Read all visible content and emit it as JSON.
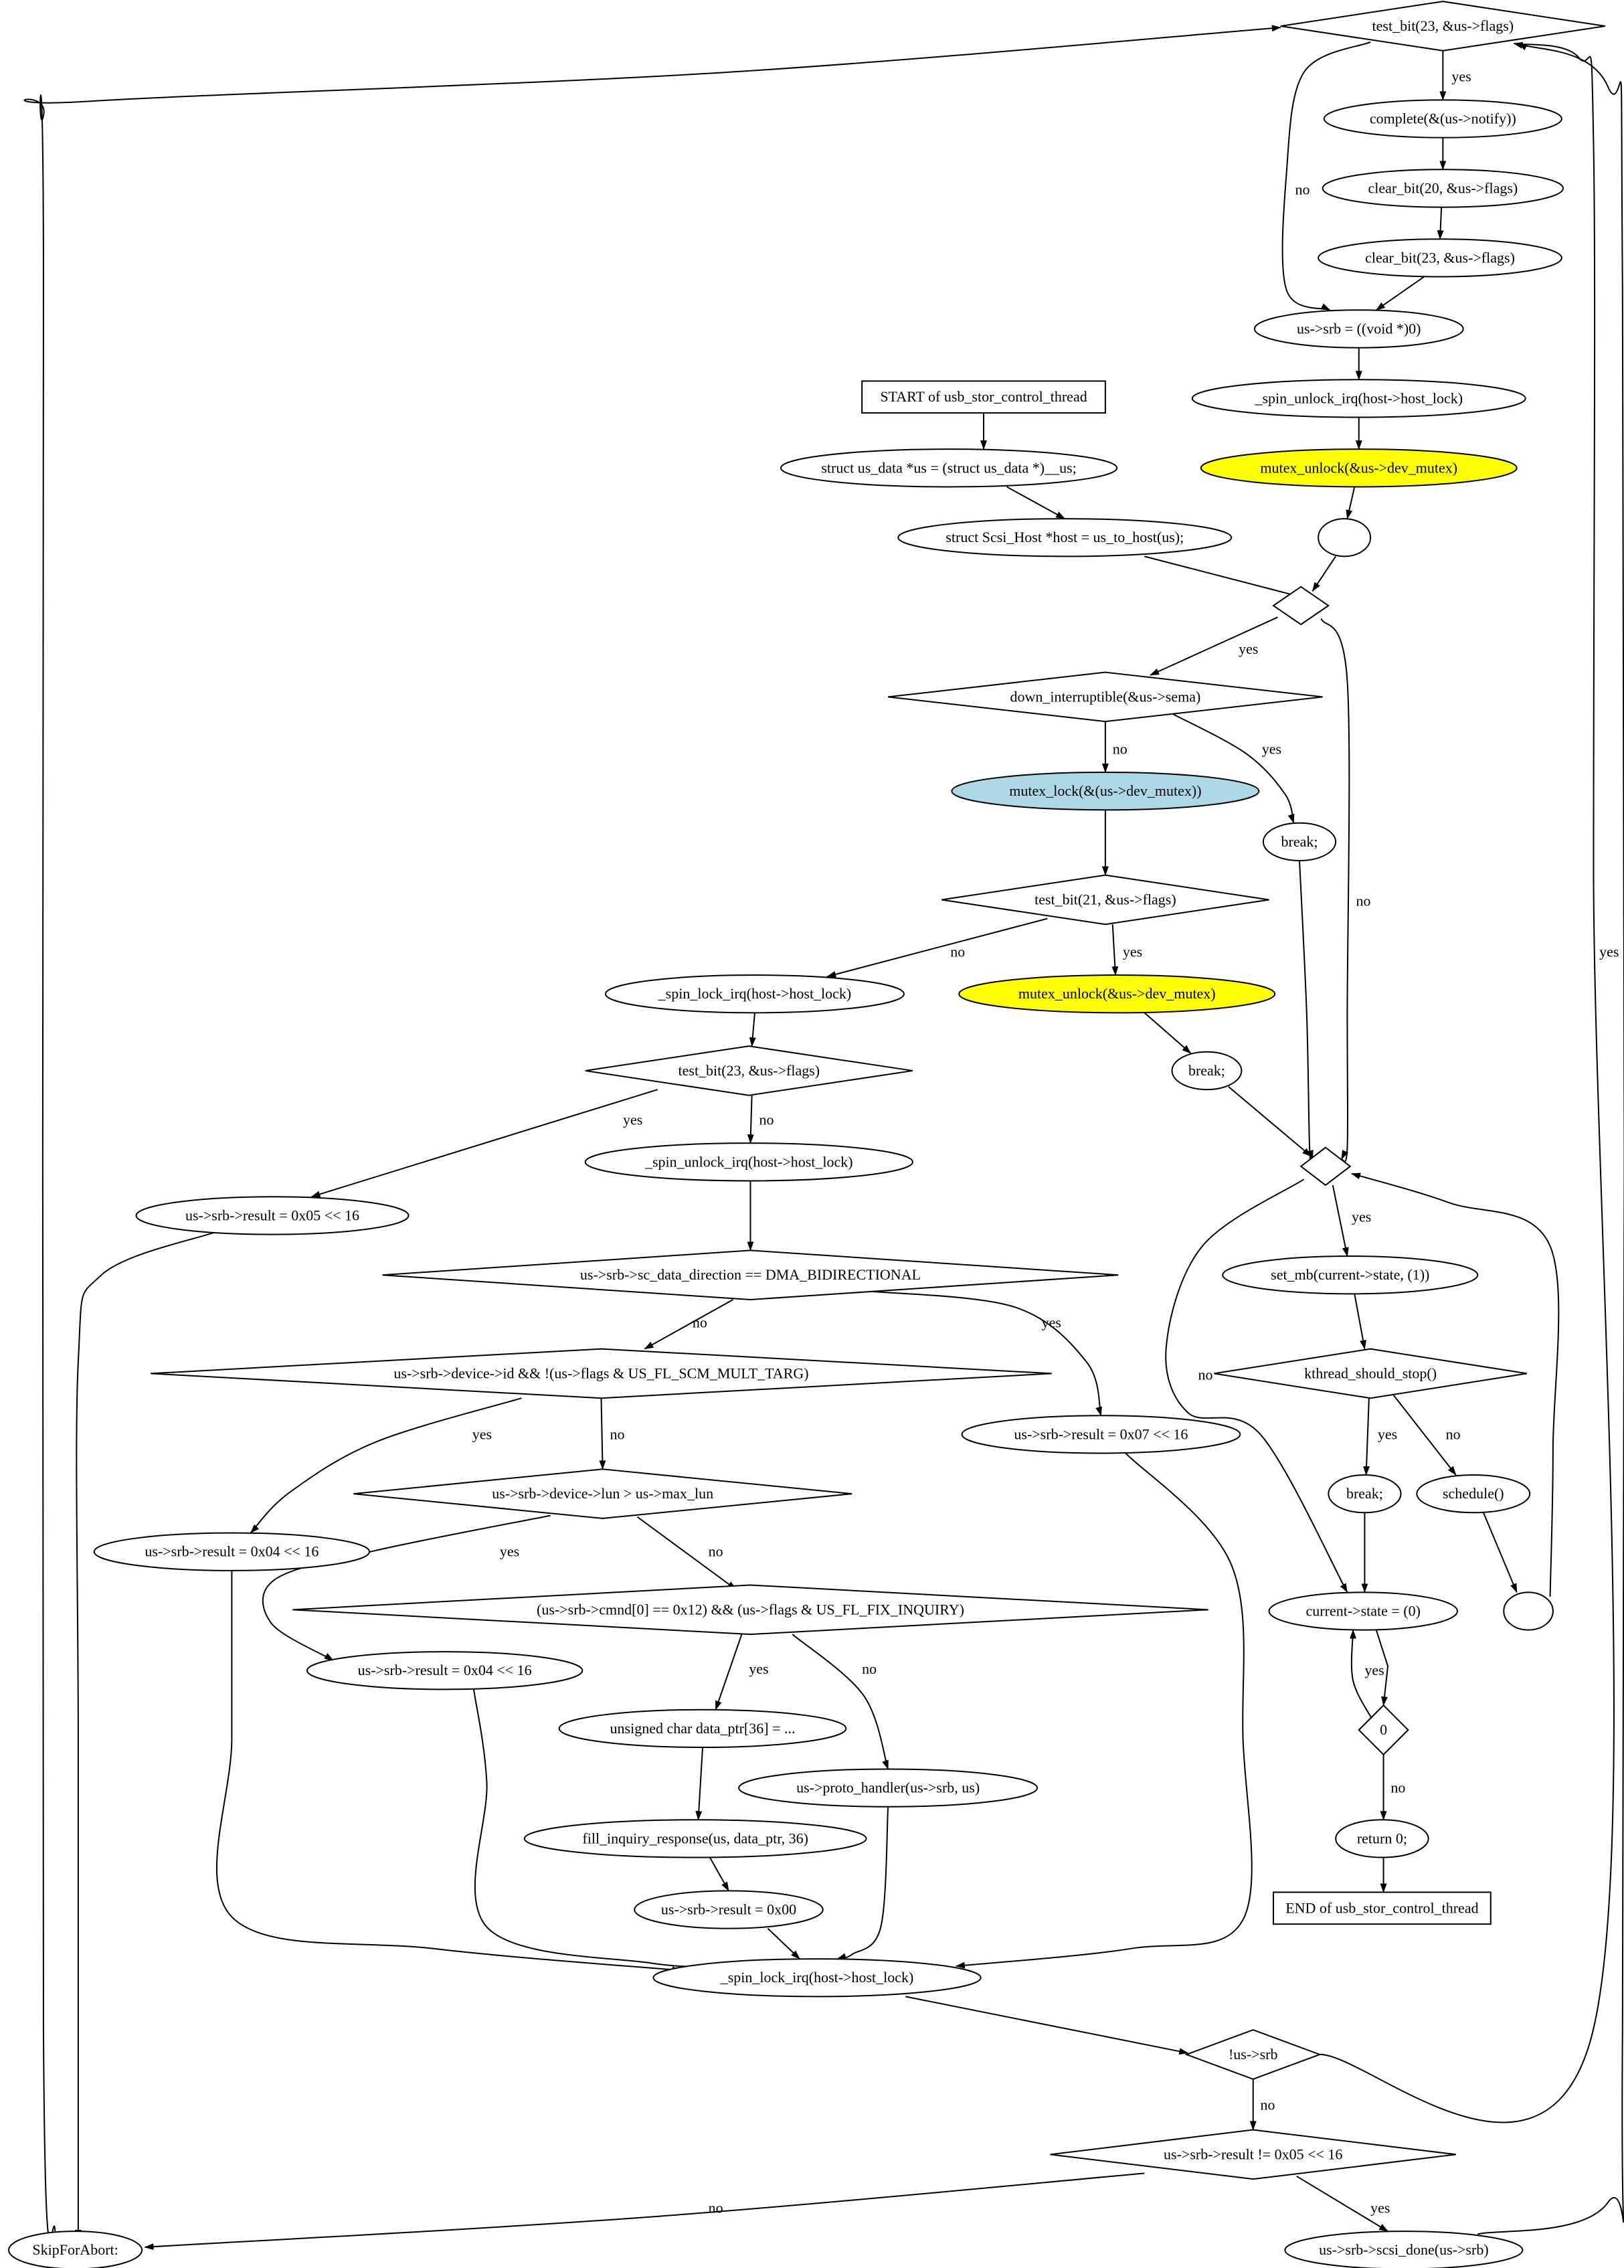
{
  "diagram": {
    "type": "flowchart",
    "colors": {
      "fill_default": "#ffffff",
      "fill_highlight": "#ffff00",
      "fill_lock": "#add8e6",
      "stroke": "#000000"
    },
    "nodes": {
      "start": {
        "label": "START of usb_stor_control_thread",
        "shape": "box"
      },
      "us_decl": {
        "label": "struct us_data *us = (struct us_data *)__us;",
        "shape": "ellipse"
      },
      "host_decl": {
        "label": "struct Scsi_Host *host = us_to_host(us);",
        "shape": "ellipse"
      },
      "loop_top": {
        "label": "",
        "shape": "diamond"
      },
      "down_int": {
        "label": "down_interruptible(&us->sema)",
        "shape": "diamond"
      },
      "mutex_lock": {
        "label": "mutex_lock(&(us->dev_mutex))",
        "shape": "ellipse",
        "fill": "#add8e6"
      },
      "break_a": {
        "label": "break;",
        "shape": "ellipse"
      },
      "test21": {
        "label": "test_bit(21, &us->flags)",
        "shape": "diamond"
      },
      "spin_lock_1": {
        "label": "_spin_lock_irq(host->host_lock)",
        "shape": "ellipse"
      },
      "unlock_21": {
        "label": "mutex_unlock(&us->dev_mutex)",
        "shape": "ellipse",
        "fill": "#ffff00"
      },
      "break_b": {
        "label": "break;",
        "shape": "ellipse"
      },
      "test23_a": {
        "label": "test_bit(23, &us->flags)",
        "shape": "diamond"
      },
      "result05_a": {
        "label": "us->srb->result = 0x05 << 16",
        "shape": "ellipse"
      },
      "spin_unlock_1": {
        "label": "_spin_unlock_irq(host->host_lock)",
        "shape": "ellipse"
      },
      "dir_bidir": {
        "label": "us->srb->sc_data_direction == DMA_BIDIRECTIONAL",
        "shape": "diamond"
      },
      "dev_id": {
        "label": "us->srb->device->id && !(us->flags & US_FL_SCM_MULT_TARG)",
        "shape": "diamond"
      },
      "result07": {
        "label": "us->srb->result = 0x07 << 16",
        "shape": "ellipse"
      },
      "result04_a": {
        "label": "us->srb->result = 0x04 << 16",
        "shape": "ellipse"
      },
      "dev_lun": {
        "label": "us->srb->device->lun > us->max_lun",
        "shape": "diamond"
      },
      "inquiry": {
        "label": "(us->srb->cmnd[0] == 0x12) && (us->flags & US_FL_FIX_INQUIRY)",
        "shape": "diamond"
      },
      "result04_b": {
        "label": "us->srb->result = 0x04 << 16",
        "shape": "ellipse"
      },
      "data_ptr": {
        "label": "unsigned char data_ptr[36] =  ...",
        "shape": "ellipse"
      },
      "proto": {
        "label": "us->proto_handler(us->srb, us)",
        "shape": "ellipse"
      },
      "fill_inq": {
        "label": "fill_inquiry_response(us, data_ptr, 36)",
        "shape": "ellipse"
      },
      "result00": {
        "label": "us->srb->result = 0x00",
        "shape": "ellipse"
      },
      "spin_lock_2": {
        "label": "_spin_lock_irq(host->host_lock)",
        "shape": "ellipse"
      },
      "not_srb": {
        "label": "!us->srb",
        "shape": "diamond"
      },
      "result_ne": {
        "label": "us->srb->result != 0x05 << 16",
        "shape": "diamond"
      },
      "skip": {
        "label": "SkipForAbort:",
        "shape": "ellipse"
      },
      "scsi_done": {
        "label": "us->srb->scsi_done(us->srb)",
        "shape": "ellipse"
      },
      "test23_b": {
        "label": "test_bit(23, &us->flags)",
        "shape": "diamond"
      },
      "complete": {
        "label": "complete(&(us->notify))",
        "shape": "ellipse"
      },
      "clear20": {
        "label": "clear_bit(20, &us->flags)",
        "shape": "ellipse"
      },
      "clear23": {
        "label": "clear_bit(23, &us->flags)",
        "shape": "ellipse"
      },
      "srb_null": {
        "label": "us->srb = ((void *)0)",
        "shape": "ellipse"
      },
      "spin_unlock_2": {
        "label": "_spin_unlock_irq(host->host_lock)",
        "shape": "ellipse"
      },
      "unlock_end": {
        "label": "mutex_unlock(&us->dev_mutex)",
        "shape": "ellipse",
        "fill": "#ffff00"
      },
      "blank_a": {
        "label": "",
        "shape": "ellipse"
      },
      "merge": {
        "label": "",
        "shape": "diamond"
      },
      "set_mb": {
        "label": "set_mb(current->state, (1))",
        "shape": "ellipse"
      },
      "kstop": {
        "label": "kthread_should_stop()",
        "shape": "diamond"
      },
      "break_c": {
        "label": "break;",
        "shape": "ellipse"
      },
      "schedule": {
        "label": "schedule()",
        "shape": "ellipse"
      },
      "blank_b": {
        "label": "",
        "shape": "ellipse"
      },
      "cur_state": {
        "label": "current->state = (0)",
        "shape": "ellipse"
      },
      "zero": {
        "label": "0",
        "shape": "diamond"
      },
      "ret0": {
        "label": "return 0;",
        "shape": "ellipse"
      },
      "end": {
        "label": "END of usb_stor_control_thread",
        "shape": "box"
      }
    },
    "edge_labels": {
      "loop_top_yes": "yes",
      "loop_top_no": "no",
      "down_int_no": "no",
      "down_int_yes": "yes",
      "test21_no": "no",
      "test21_yes": "yes",
      "test23_a_yes": "yes",
      "test23_a_no": "no",
      "dir_bidir_no": "no",
      "dir_bidir_yes": "yes",
      "dev_id_yes": "yes",
      "dev_id_no": "no",
      "dev_lun_yes": "yes",
      "dev_lun_no": "no",
      "inquiry_yes": "yes",
      "inquiry_no": "no",
      "not_srb_no": "no",
      "not_srb_yes": "yes",
      "result_ne_no": "no",
      "result_ne_yes": "yes",
      "test23_b_yes": "yes",
      "test23_b_no": "no",
      "merge_yes": "yes",
      "merge_no": "no",
      "kstop_yes": "yes",
      "kstop_no": "no",
      "zero_yes": "yes",
      "zero_no": "no"
    }
  }
}
